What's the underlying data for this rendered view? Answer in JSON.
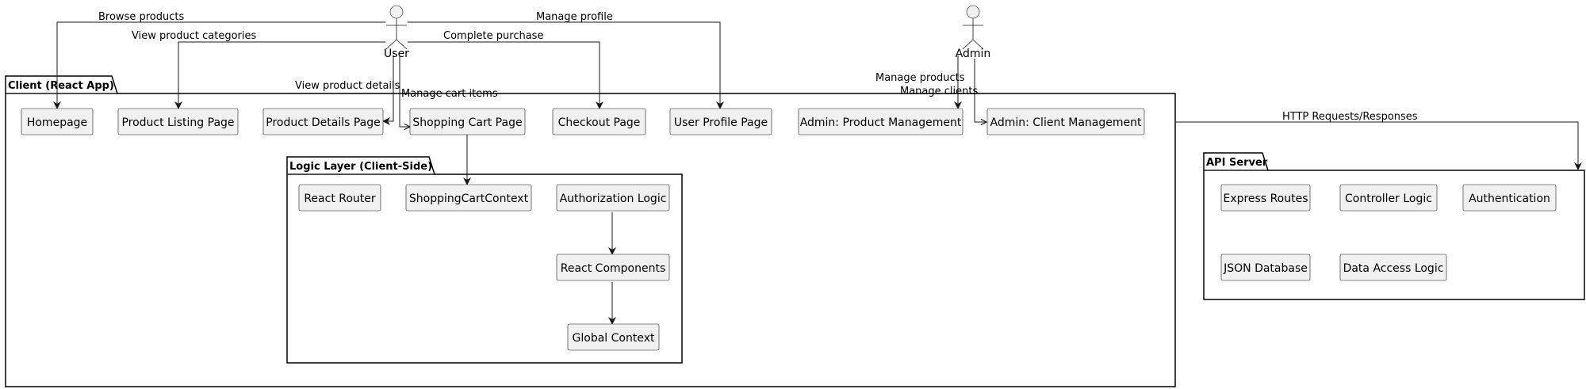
{
  "actors": {
    "user": "User",
    "admin": "Admin"
  },
  "packages": {
    "client": "Client (React App)",
    "logic": "Logic Layer (Client-Side)",
    "api": "API Server"
  },
  "components": {
    "homepage": "Homepage",
    "product_listing": "Product Listing Page",
    "product_details": "Product Details Page",
    "shopping_cart": "Shopping Cart Page",
    "checkout": "Checkout Page",
    "user_profile": "User Profile Page",
    "admin_products": "Admin: Product Management",
    "admin_clients": "Admin: Client Management",
    "react_router": "React Router",
    "shopping_cart_context": "ShoppingCartContext",
    "authorization_logic": "Authorization Logic",
    "react_components": "React Components",
    "global_context": "Global Context",
    "express_routes": "Express Routes",
    "controller_logic": "Controller Logic",
    "authentication": "Authentication",
    "json_database": "JSON Database",
    "data_access_logic": "Data Access Logic"
  },
  "edges": {
    "browse_products": "Browse products",
    "view_categories": "View product categories",
    "view_details": "View product details",
    "manage_cart": "Manage cart items",
    "complete_purchase": "Complete purchase",
    "manage_profile": "Manage profile",
    "manage_products": "Manage products",
    "manage_clients": "Manage clients",
    "http": "HTTP Requests/Responses"
  }
}
